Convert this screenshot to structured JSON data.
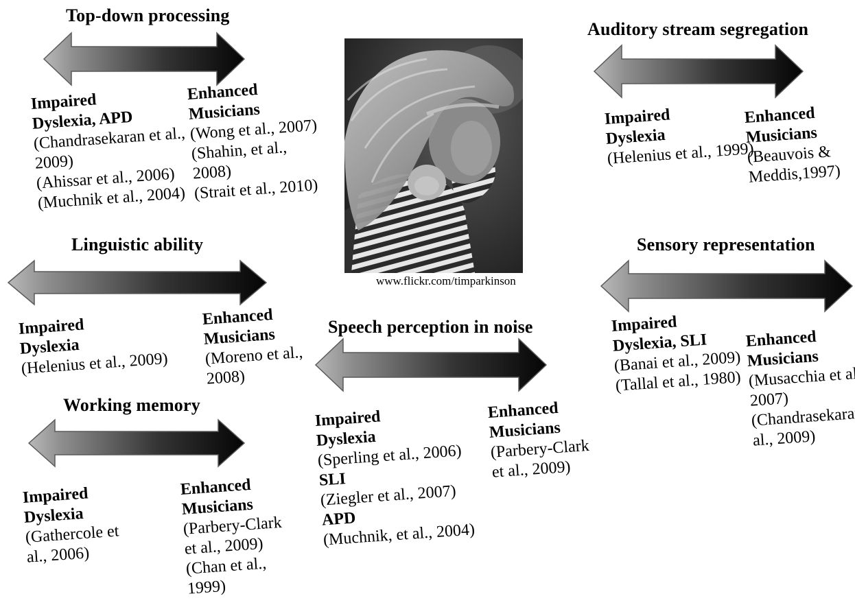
{
  "photo_credit": "www.flickr.com/timparkinson",
  "panels": {
    "top_down": {
      "title": "Top-down processing",
      "impaired": [
        "Impaired",
        "Dyslexia, APD",
        "(Chandrasekaran et al.,",
        "2009)",
        "(Ahissar et al., 2006)",
        "(Muchnik et al., 2004)"
      ],
      "enhanced": [
        "Enhanced",
        "Musicians",
        "(Wong et al., 2007)",
        "(Shahin, et al.,",
        "2008)",
        "(Strait et al., 2010)"
      ]
    },
    "linguistic": {
      "title": "Linguistic ability",
      "impaired": [
        "Impaired",
        "Dyslexia",
        "(Helenius et al., 2009)"
      ],
      "enhanced": [
        "Enhanced",
        "Musicians",
        "(Moreno et al.,",
        "2008)"
      ]
    },
    "working_memory": {
      "title": "Working memory",
      "impaired": [
        "Impaired",
        "Dyslexia",
        "(Gathercole et",
        "al., 2006)"
      ],
      "enhanced": [
        "Enhanced",
        "Musicians",
        "(Parbery-Clark",
        "et al., 2009)",
        "(Chan et al.,",
        "1999)"
      ]
    },
    "speech_noise": {
      "title": "Speech perception in noise",
      "impaired": [
        "Impaired",
        "Dyslexia",
        "(Sperling et al., 2006)",
        "SLI",
        "(Ziegler et al., 2007)",
        "APD",
        "(Muchnik, et al., 2004)"
      ],
      "enhanced": [
        "Enhanced",
        "Musicians",
        "(Parbery-Clark",
        "et al., 2009)"
      ]
    },
    "stream": {
      "title": "Auditory stream segregation",
      "impaired": [
        "Impaired",
        "Dyslexia",
        "(Helenius et al., 1999)"
      ],
      "enhanced": [
        "Enhanced",
        "Musicians",
        "(Beauvois &",
        "Meddis,1997)"
      ]
    },
    "sensory": {
      "title": "Sensory representation",
      "impaired": [
        "Impaired",
        "Dyslexia, SLI",
        "(Banai et al., 2009)",
        "(Tallal et al., 1980)"
      ],
      "enhanced": [
        "Enhanced",
        "Musicians",
        "(Musacchia et al.,",
        "2007)",
        "(Chandrasekaran et",
        "al., 2009)"
      ]
    }
  }
}
